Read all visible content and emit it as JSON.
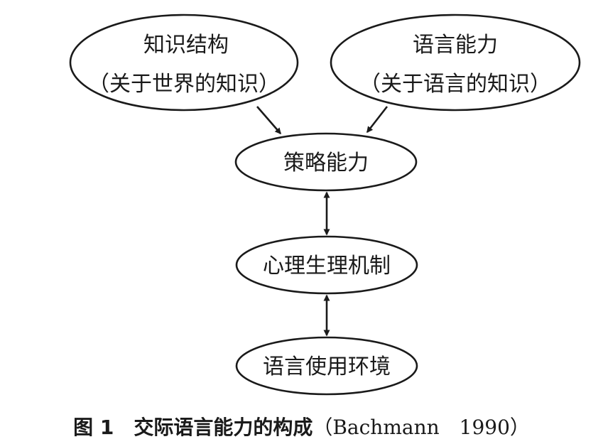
{
  "nodes": {
    "knowledge_structure": {
      "line1": "知识结构",
      "line2": "（关于世界的知识）"
    },
    "language_competence": {
      "line1": "语言能力",
      "line2": "（关于语言的知识）"
    },
    "strategic_competence": {
      "label": "策略能力"
    },
    "psychophysiological_mechanisms": {
      "label": "心理生理机制"
    },
    "context_of_language_use": {
      "label": "语言使用环境"
    }
  },
  "caption": {
    "figure_label": "图 1",
    "title": "交际语言能力的构成",
    "source": "（Bachmann　1990）"
  },
  "colors": {
    "ink": "#1a1a1a",
    "background": "#ffffff"
  }
}
